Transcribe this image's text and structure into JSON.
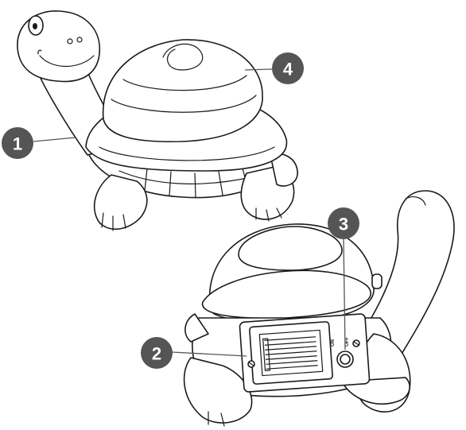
{
  "callouts": [
    {
      "number": "1"
    },
    {
      "number": "2"
    },
    {
      "number": "3"
    },
    {
      "number": "4"
    }
  ],
  "switch_labels": {
    "on": "ON",
    "off": "OFF"
  },
  "colors": {
    "badge": "#555555",
    "outline": "#1a1a1a",
    "background": "#ffffff"
  }
}
